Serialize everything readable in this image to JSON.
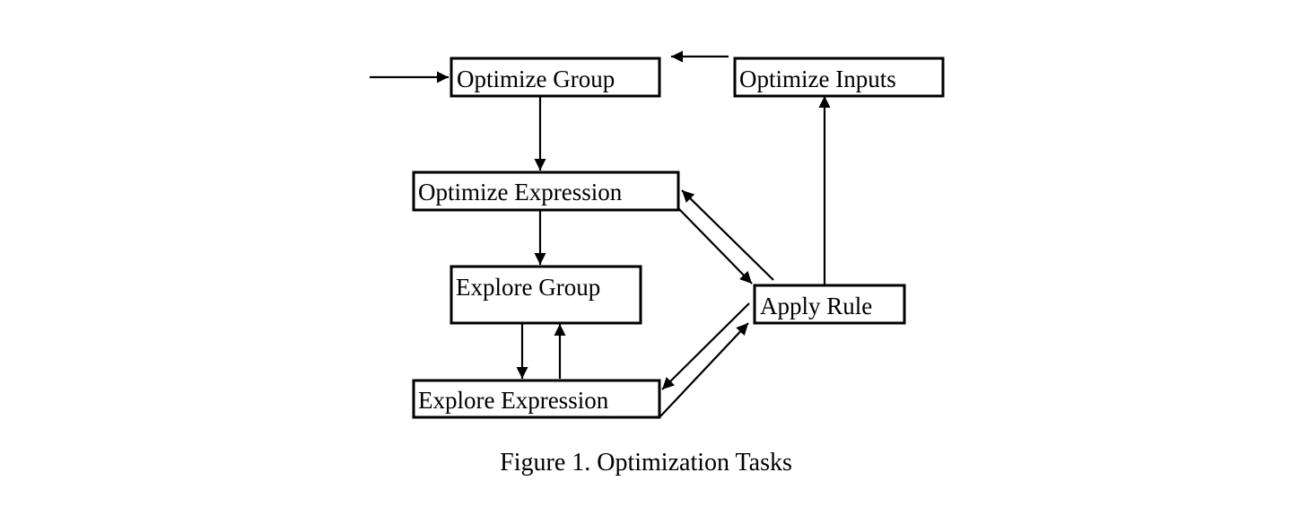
{
  "nodes": {
    "optimize_group": "Optimize Group",
    "optimize_inputs": "Optimize Inputs",
    "optimize_expression": "Optimize Expression",
    "explore_group": "Explore Group",
    "apply_rule": "Apply Rule",
    "explore_expression": "Explore Expression"
  },
  "edges": [
    {
      "from": "",
      "to": "optimize_group"
    },
    {
      "from": "optimize_inputs",
      "to": ""
    },
    {
      "from": "optimize_group",
      "to": "optimize_expression"
    },
    {
      "from": "optimize_expression",
      "to": "explore_group"
    },
    {
      "from": "explore_group",
      "to": "explore_expression"
    },
    {
      "from": "explore_expression",
      "to": "explore_group"
    },
    {
      "from": "optimize_expression",
      "to": "apply_rule"
    },
    {
      "from": "apply_rule",
      "to": "optimize_expression"
    },
    {
      "from": "apply_rule",
      "to": "optimize_inputs"
    },
    {
      "from": "apply_rule",
      "to": "explore_expression"
    },
    {
      "from": "explore_expression",
      "to": "apply_rule"
    }
  ],
  "caption": "Figure 1.  Optimization Tasks"
}
